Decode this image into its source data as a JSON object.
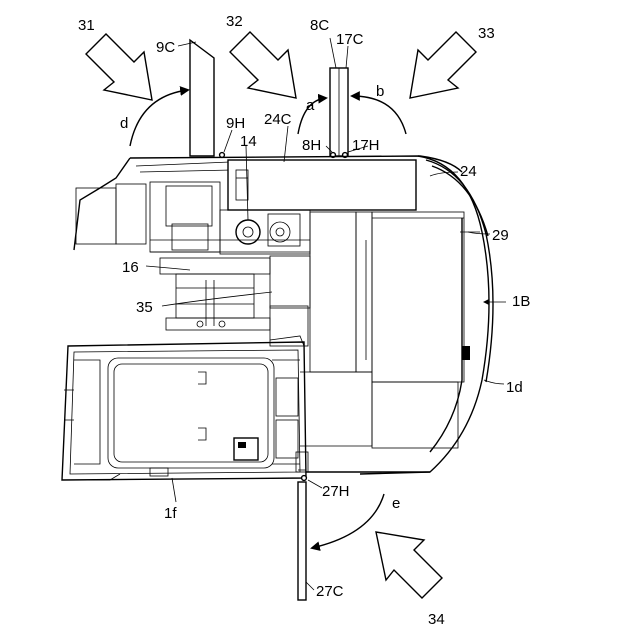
{
  "labels": {
    "l31": "31",
    "l9C": "9C",
    "l32": "32",
    "l8C": "8C",
    "l17C": "17C",
    "l33": "33",
    "la": "a",
    "lb": "b",
    "ld": "d",
    "l9H": "9H",
    "l24C": "24C",
    "l14": "14",
    "l8H": "8H",
    "l17H": "17H",
    "l24": "24",
    "l29": "29",
    "l16": "16",
    "l1B": "1B",
    "l35": "35",
    "l1d": "1d",
    "l27H": "27H",
    "le": "e",
    "l1f": "1f",
    "l27C": "27C",
    "l34": "34"
  }
}
